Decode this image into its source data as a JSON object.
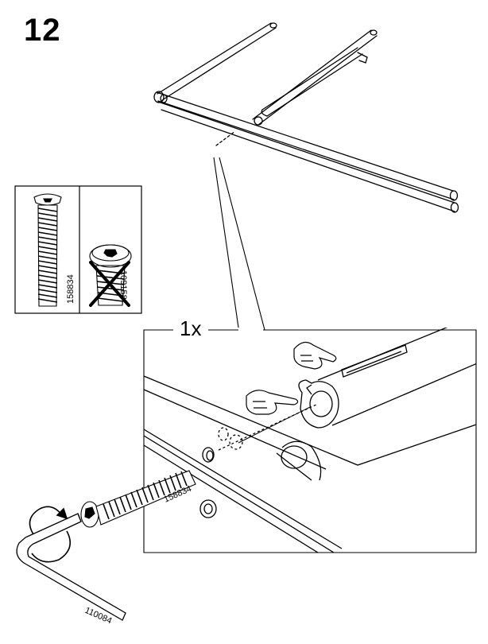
{
  "step": {
    "number": "12"
  },
  "parts": {
    "approved_screw": {
      "code": "158834",
      "icon": "long-socket-screw"
    },
    "rejected_screw": {
      "code": "109158",
      "icon": "short-socket-screw-crossed"
    }
  },
  "detail": {
    "quantity": "1x",
    "screw_code": "158834"
  },
  "tool": {
    "code": "110084",
    "icon": "allen-key"
  },
  "icons": [
    "pointing-hand",
    "rotation-arrow",
    "cross-mark"
  ]
}
